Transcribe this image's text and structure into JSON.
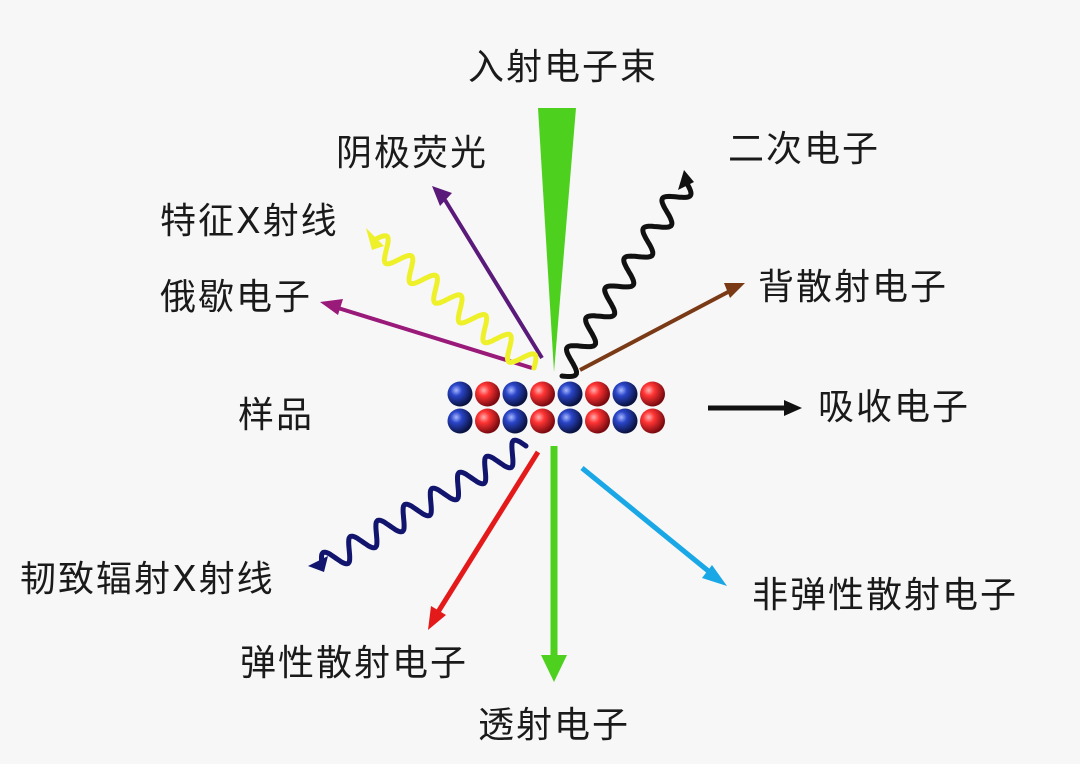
{
  "labels": {
    "incident_beam": "入射电子束",
    "cathodoluminescence": "阴极荧光",
    "secondary_electrons": "二次电子",
    "characteristic_xray": "特征X射线",
    "auger_electrons": "俄歇电子",
    "backscattered_electrons": "背散射电子",
    "sample": "样品",
    "absorbed_electrons": "吸收电子",
    "bremsstrahlung_xray": "韧致辐射X射线",
    "inelastic_scattered": "非弹性散射电子",
    "elastic_scattered": "弹性散射电子",
    "transmitted_electrons": "透射电子"
  },
  "colors": {
    "beam_green": "#4ed11e",
    "cathodo_purple": "#5a1a7a",
    "secondary_black": "#111111",
    "xray_yellow": "#eef02a",
    "auger_magenta": "#9a1a7a",
    "backscatter_brown": "#7a3a16",
    "absorbed_black": "#111111",
    "brems_navy": "#12156e",
    "inelastic_cyan": "#1aa7e6",
    "elastic_red": "#e41a1a",
    "atom_red": "#d91c24",
    "atom_blue": "#1f2f8f"
  },
  "sample_atoms": {
    "rows": [
      [
        "blue",
        "red",
        "blue",
        "red",
        "blue",
        "red",
        "blue",
        "red"
      ],
      [
        "blue",
        "red",
        "blue",
        "red",
        "blue",
        "red",
        "blue",
        "red"
      ]
    ]
  }
}
